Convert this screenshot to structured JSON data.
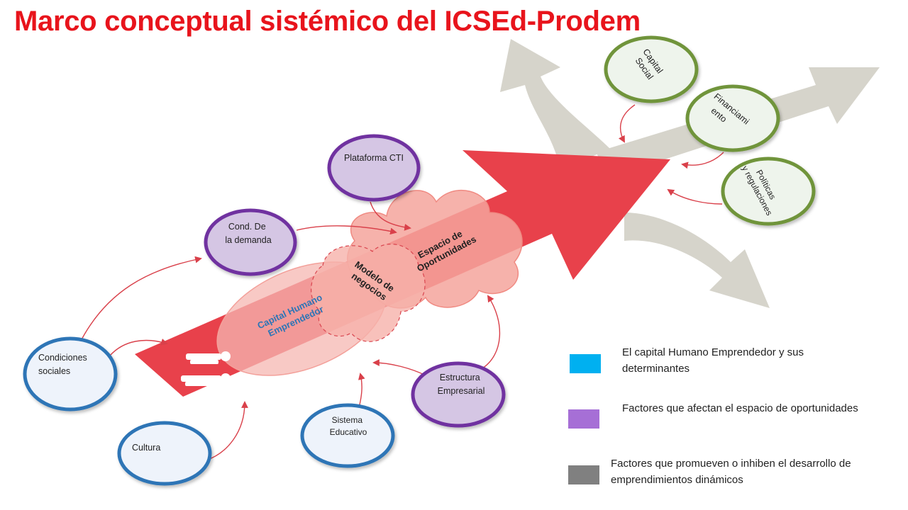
{
  "title": "Marco conceptual sistémico del ICSEd-Prodem",
  "colors": {
    "title": "#e8141c",
    "arrow": "#e8414b",
    "human_capital_border": "#2e75b6",
    "opportunity_border": "#7030a0",
    "opportunity_fill": "#d5c6e4",
    "promoting_border": "#70943a",
    "gray_arrows": "#d6d4cb",
    "legend_blue": "#00b0f0",
    "legend_purple": "#a66fd6",
    "legend_gray": "#808080"
  },
  "center_labels": {
    "capital_humano": "Capital Humano Emprendedor",
    "modelo_negocios": "Modelo de negocios",
    "espacio_oportunidades": "Espacio de Oportunidades"
  },
  "factors": {
    "condiciones_sociales": "Condiciones sociales",
    "cultura": "Cultura",
    "sistema_educativo": "Sistema Educativo",
    "estructura_empresarial": "Estructura Empresarial",
    "cond_demanda": "Cond. De la demanda",
    "plataforma_cti": "Plataforma CTI",
    "capital_social": "Capital Social",
    "financiamiento": "Financiami ento",
    "politicas": "Políticas y regulaciones"
  },
  "legend": [
    {
      "text": "El capital Humano Emprendedor y sus determinantes",
      "color": "#00b0f0"
    },
    {
      "text": "Factores que afectan el espacio de oportunidades",
      "color": "#a66fd6"
    },
    {
      "text": "Factores que promueven o inhiben el desarrollo de emprendimientos dinámicos",
      "color": "#808080"
    }
  ]
}
